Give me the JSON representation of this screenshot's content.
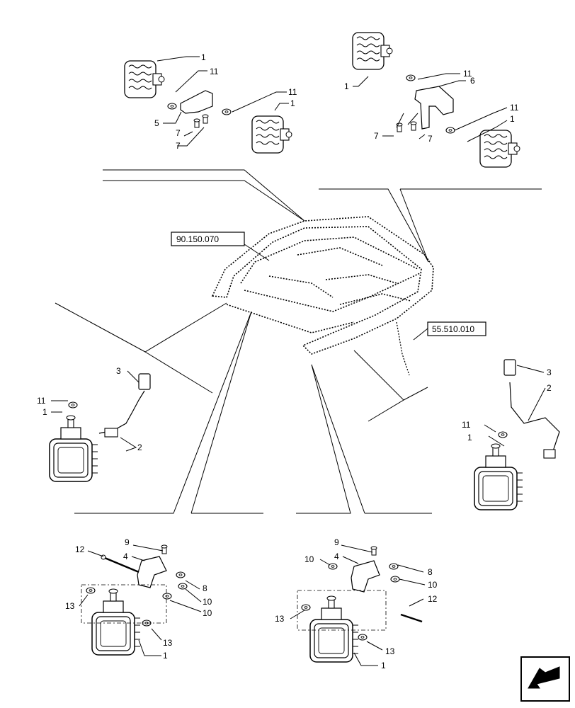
{
  "references": {
    "cab_roof": "90.150.070",
    "harness": "55.510.010"
  },
  "callouts": {
    "lamp": "1",
    "harness": "2",
    "connector": "3",
    "bracket_front": "4",
    "bracket_left": "5",
    "bracket_right": "6",
    "screw": "7",
    "washer": "8",
    "nut_small": "9",
    "nut": "10",
    "spacer": "11",
    "bolt": "12",
    "lock_washer": "13"
  },
  "icons": {
    "navigation": "arrow-back-icon"
  },
  "colors": {
    "line": "#000000",
    "background": "#ffffff"
  }
}
